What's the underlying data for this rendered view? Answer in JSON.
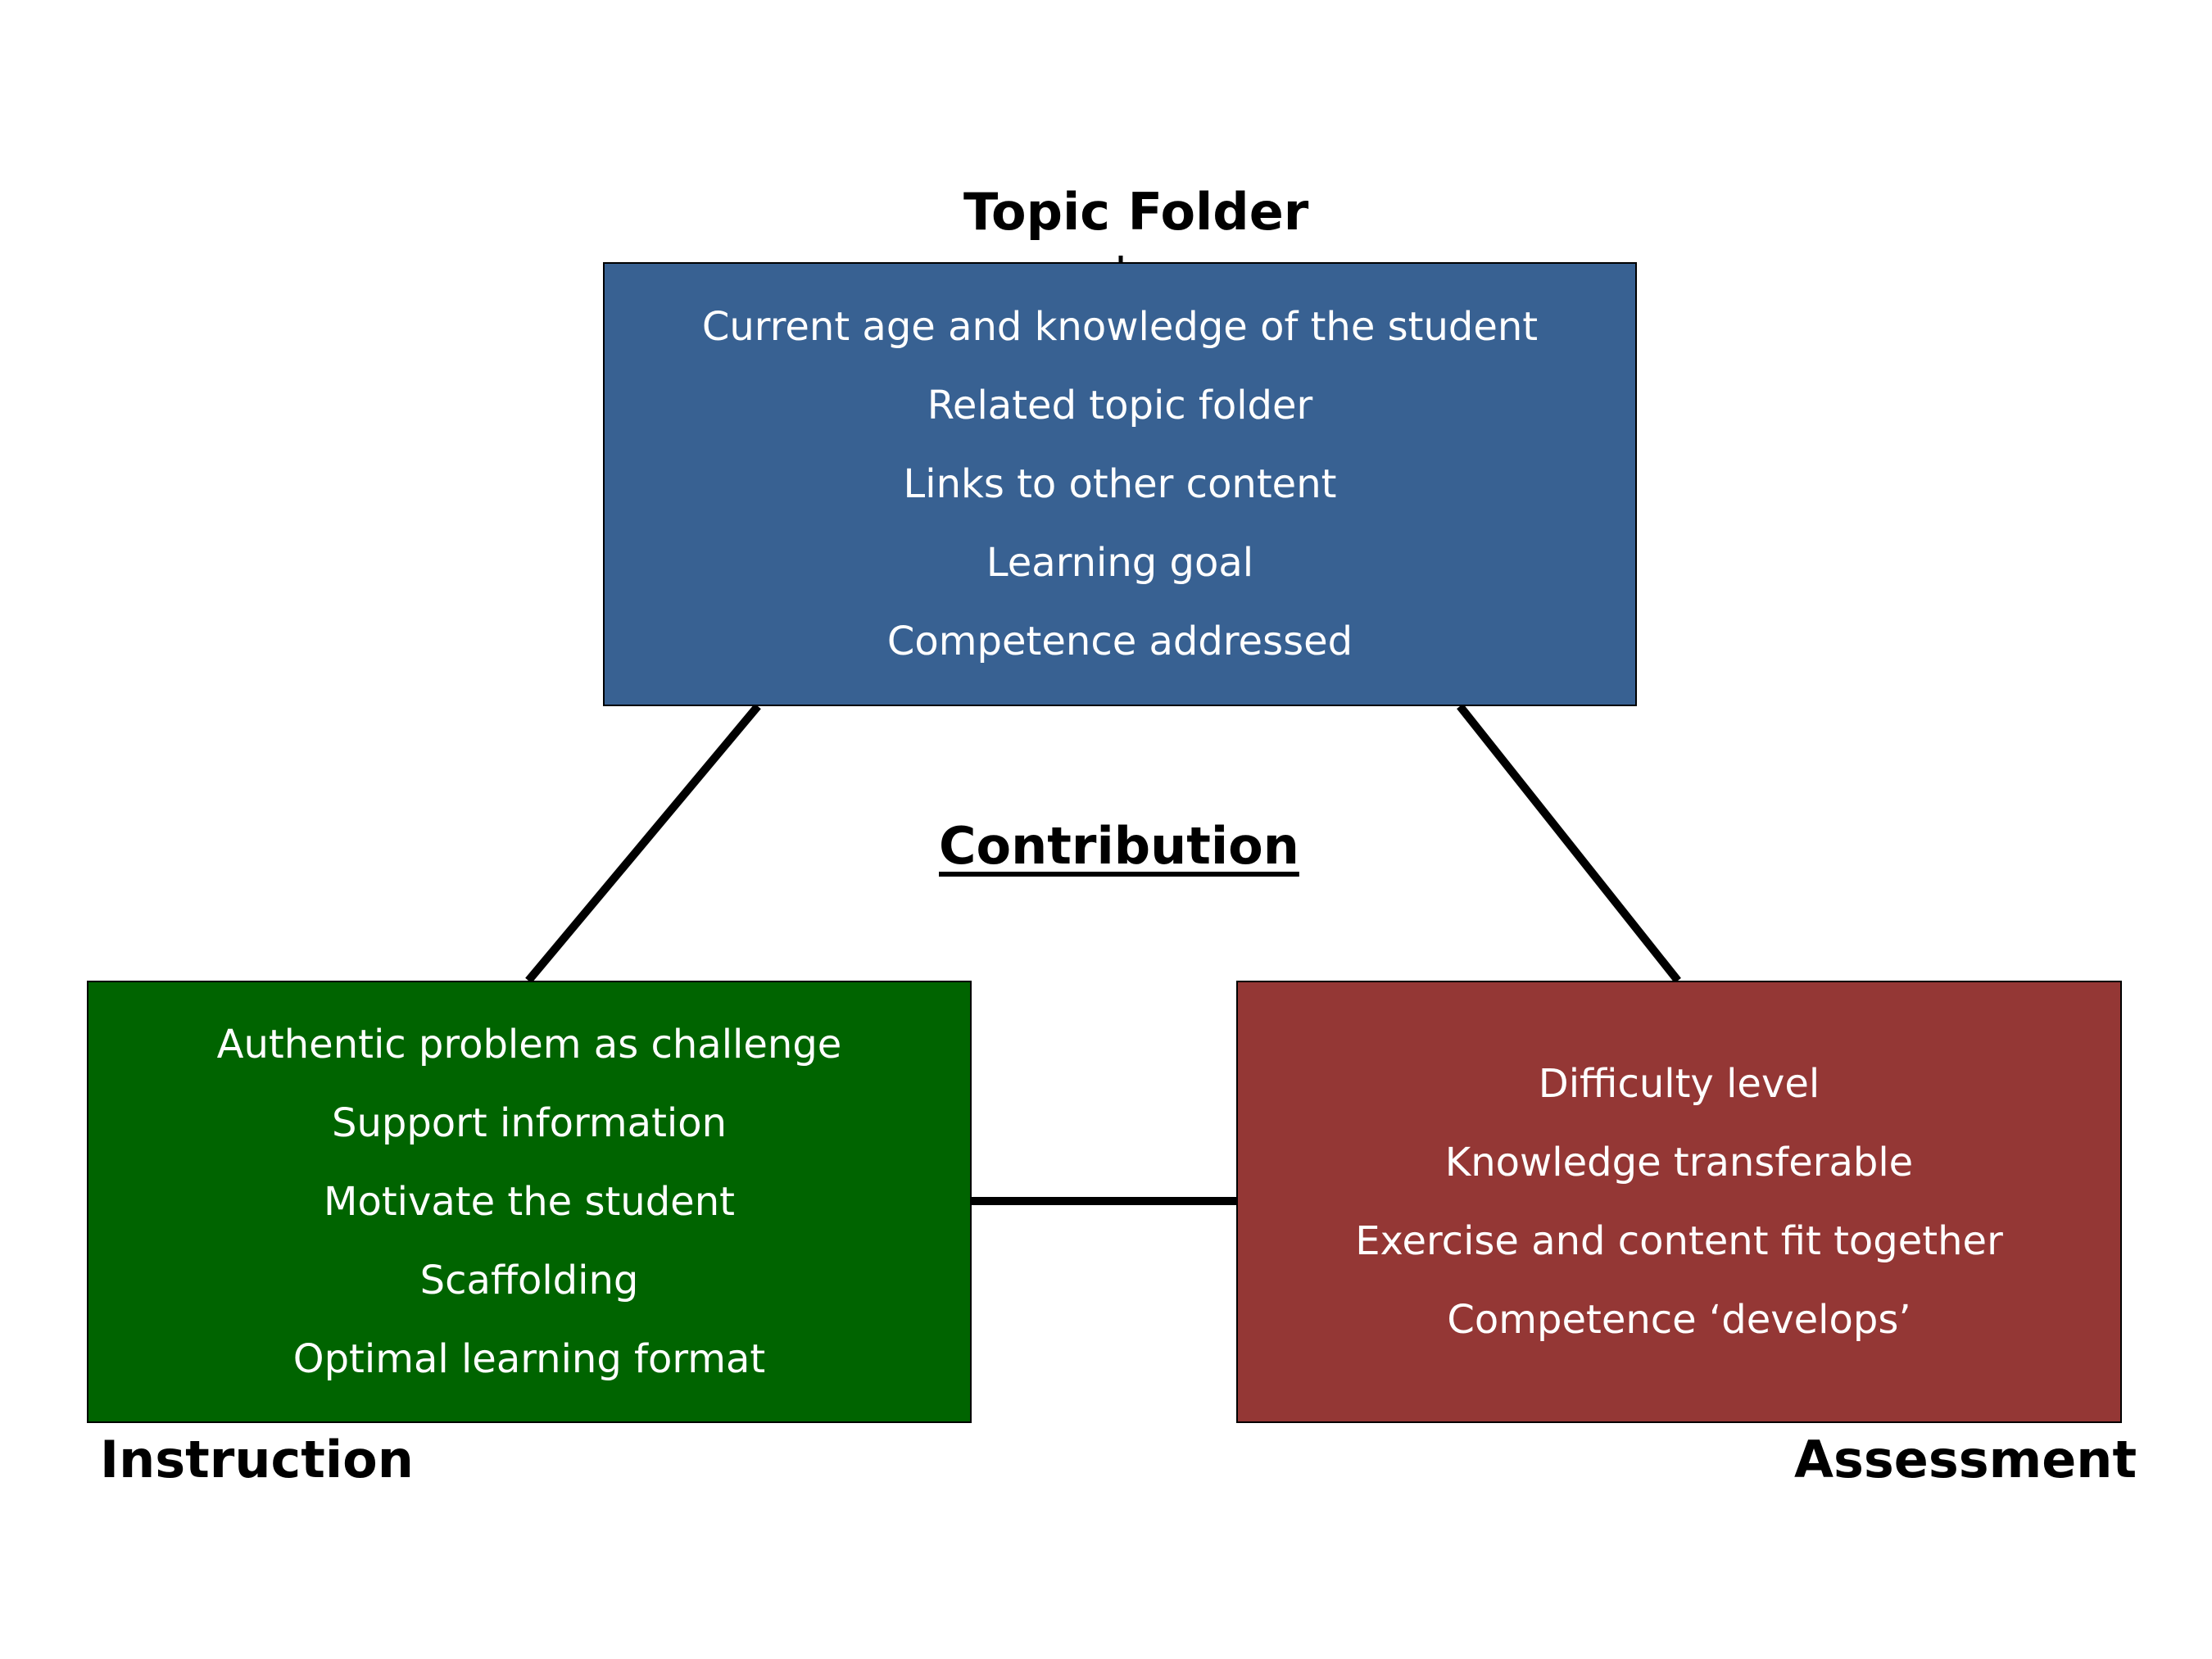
{
  "colors": {
    "topic_folder": "#386192",
    "instruction": "#006400",
    "assessment": "#943735",
    "connector": "#000000",
    "box_text": "#ffffff"
  },
  "labels": {
    "topic_folder": "Topic Folder",
    "contribution": "Contribution",
    "instruction": "Instruction",
    "assessment": "Assessment"
  },
  "topic_folder": {
    "items": [
      "Current age and knowledge of the student",
      "Related topic folder",
      "Links to other content",
      "Learning goal",
      "Competence addressed"
    ]
  },
  "instruction": {
    "items": [
      "Authentic problem as challenge",
      "Support information",
      "Motivate the student",
      "Scaffolding",
      "Optimal learning format"
    ]
  },
  "assessment": {
    "items": [
      "Difficulty level",
      "Knowledge transferable",
      "Exercise and content fit together",
      "Competence ‘develops’"
    ]
  }
}
